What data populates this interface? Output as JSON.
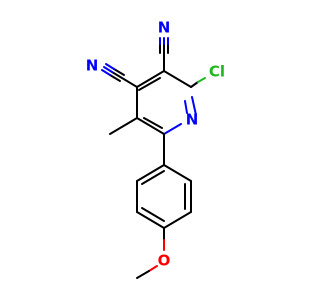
{
  "colors": {
    "background": "#ffffff",
    "carbon_bond": "#000000",
    "nitrogen": "#0000ff",
    "chlorine": "#1fb81f",
    "oxygen": "#ff0000"
  },
  "atoms": {
    "upper_nitrile_n": "N",
    "left_nitrile_n": "N",
    "chlorine": "Cl",
    "ring_nitrogen": "N",
    "ether_oxygen": "O"
  }
}
